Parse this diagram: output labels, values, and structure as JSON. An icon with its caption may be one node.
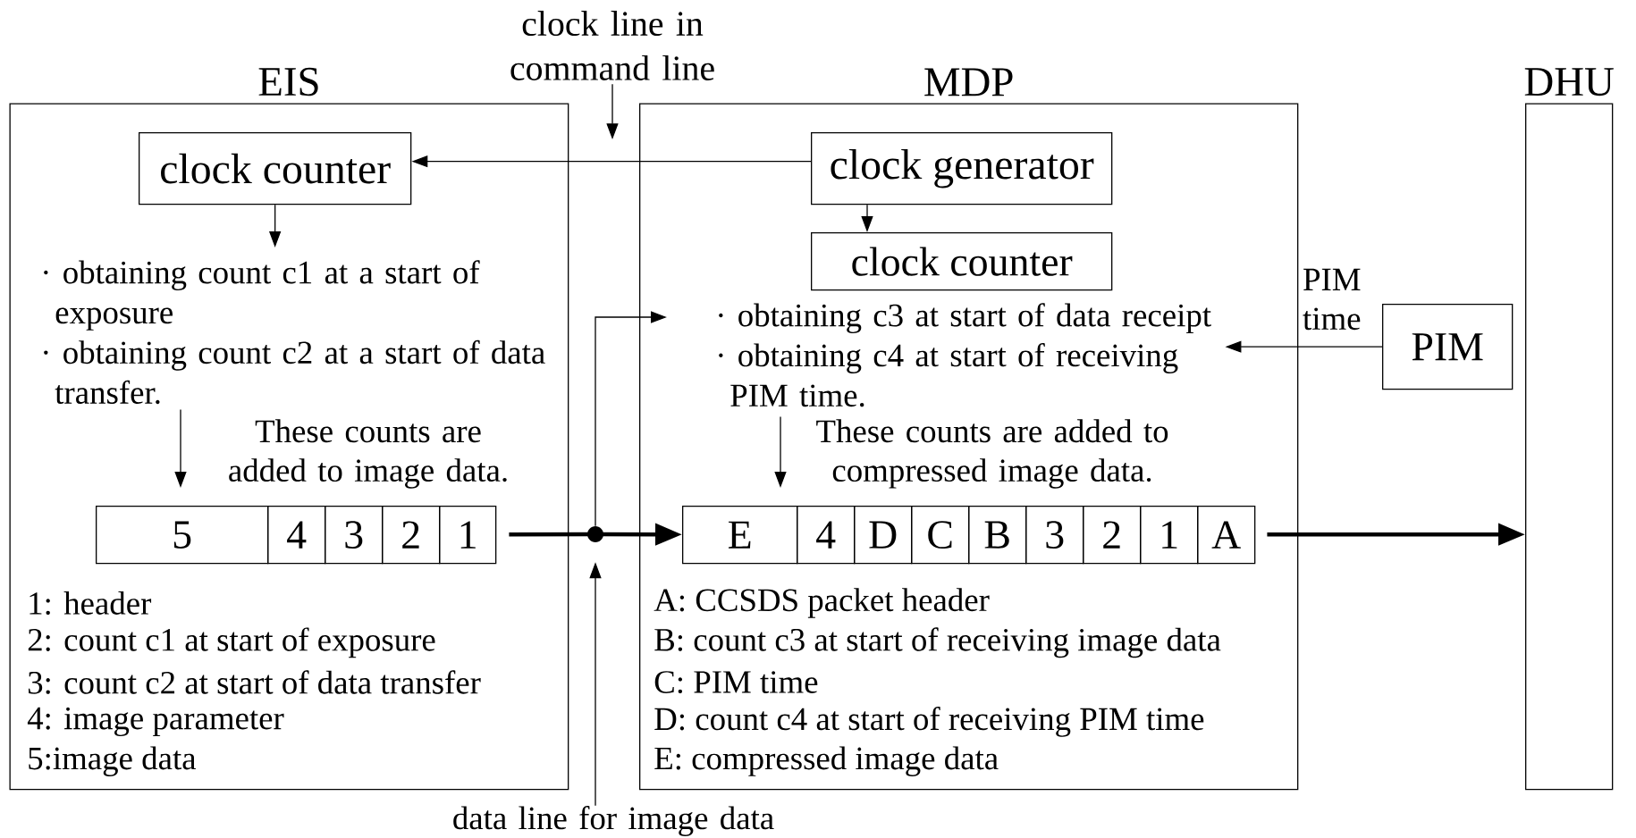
{
  "diagram": {
    "nodes": [
      {
        "text": [
          "EIS"
        ]
      },
      {
        "text": [
          "clock counter"
        ],
        "in": 0
      },
      {
        "text": [
          "· obtaining count c1 at a start of exposure",
          "· obtaining count c2 at a start of data transfer."
        ],
        "in": 0
      },
      {
        "text": [
          "5",
          "4",
          "3",
          "2",
          "1"
        ],
        "in": 0
      },
      {
        "text": [
          "MDP"
        ]
      },
      {
        "text": [
          "clock generator"
        ],
        "in": 4
      },
      {
        "text": [
          "clock counter"
        ],
        "in": 4
      },
      {
        "text": [
          "· obtaining c3 at start of data receipt",
          "· obtaining c4 at start of receiving PIM time."
        ],
        "in": 4
      },
      {
        "text": [
          "E",
          "4",
          "D",
          "C",
          "B",
          "3",
          "2",
          "1",
          "A"
        ],
        "in": 4
      },
      {
        "text": [
          "DHU"
        ]
      },
      {
        "text": [
          "PIM"
        ]
      },
      {
        "text": [
          "clock line in command line"
        ]
      },
      {
        "text": [],
        "shape": "circle"
      },
      {
        "text": [
          "data line for image data"
        ]
      }
    ],
    "edges": [
      {
        "from": 11,
        "to": null,
        "arrow": "to"
      },
      {
        "from": 5,
        "to": 1,
        "arrow": "to"
      },
      {
        "from": 5,
        "to": 6,
        "arrow": "to"
      },
      {
        "from": 1,
        "to": 2,
        "arrow": "to"
      },
      {
        "from": 2,
        "to": 3,
        "arrow": "to"
      },
      {
        "from": 3,
        "to": 12,
        "arrow": "none",
        "style": "thick"
      },
      {
        "from": 12,
        "to": 8,
        "arrow": "to",
        "style": "thick"
      },
      {
        "from": 13,
        "to": 12,
        "arrow": "to"
      },
      {
        "from": 12,
        "to": 7,
        "arrow": "to"
      },
      {
        "from": 10,
        "to": 7,
        "arrow": "to",
        "label": "PIM time"
      },
      {
        "from": 7,
        "to": 8,
        "arrow": "to"
      },
      {
        "from": 8,
        "to": 9,
        "arrow": "to",
        "style": "thick"
      }
    ],
    "labels": [
      "These counts are added to image data.",
      "1: header",
      "2: count c1 at start of exposure",
      "3: count c2 at start of data transfer",
      "4: image parameter",
      "5:image data",
      "These counts are added to compressed image data.",
      "A: CCSDS packet header",
      "B: count c3 at start of receiving image data",
      "C: PIM time",
      "D: count c4 at start of receiving PIM time",
      "E: compressed image data"
    ]
  }
}
